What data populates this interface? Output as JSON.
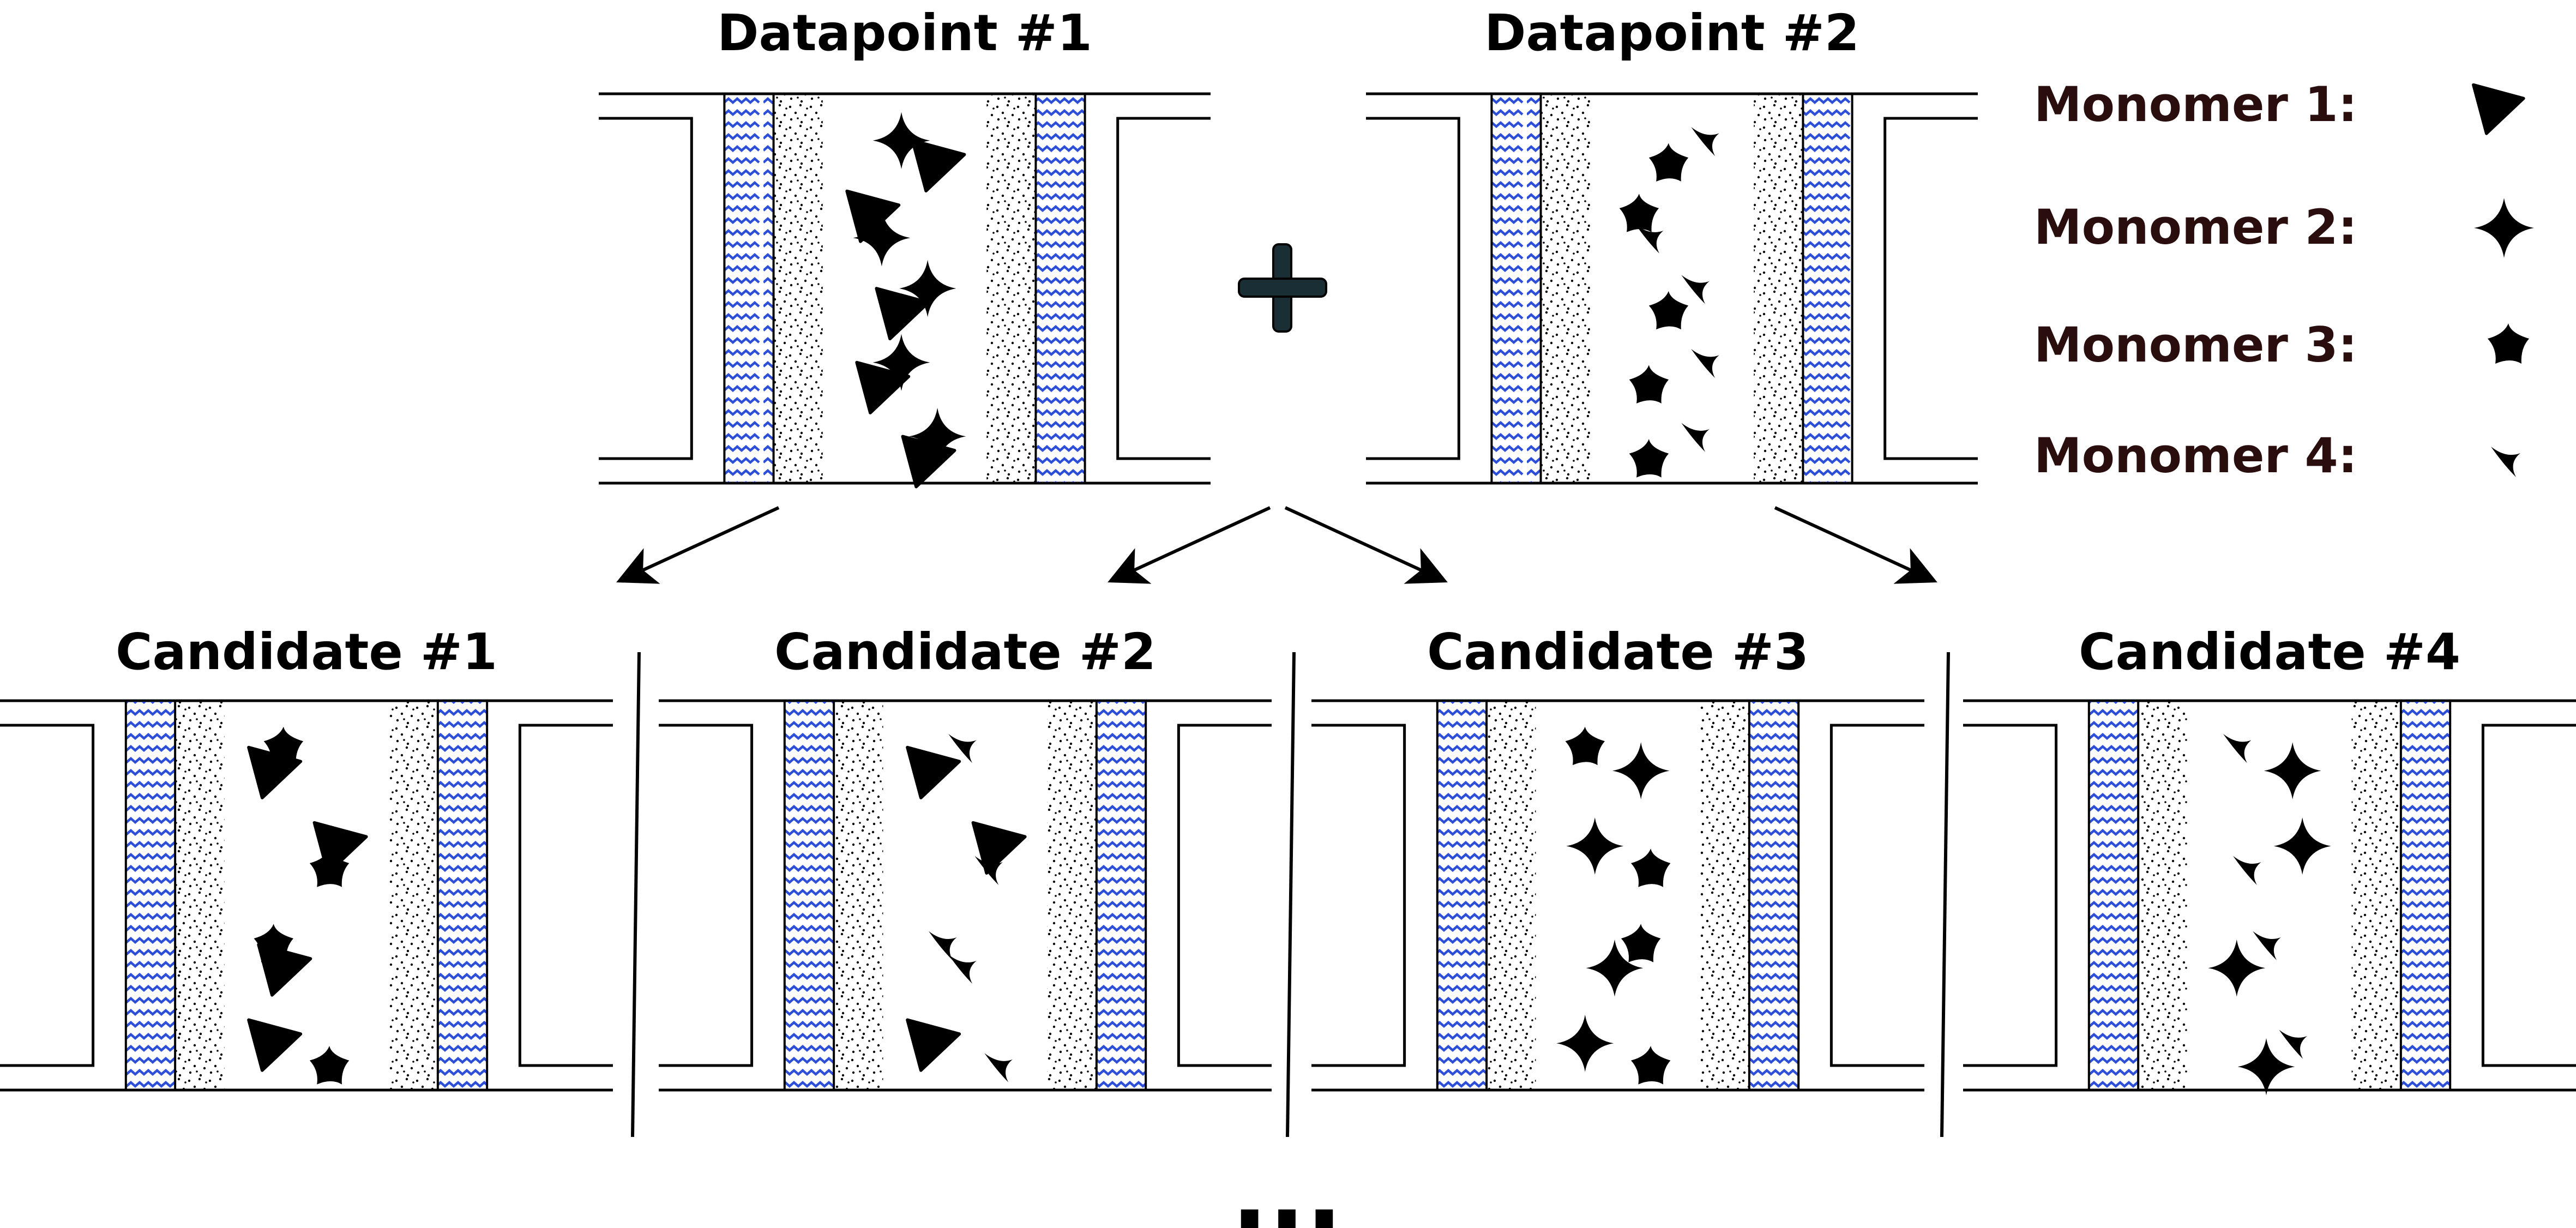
{
  "colors": {
    "membrane_blue": "#2d4fd8",
    "legend_text": "#2a0d0d",
    "ink": "#000000",
    "plus_fill": "#1a2e36"
  },
  "datapoints": [
    {
      "title": "Datapoint #1",
      "monomers": [
        [
          1,
          2
        ],
        [
          0,
          1
        ],
        [
          0,
          0
        ],
        [
          1,
          3
        ],
        [
          1,
          4
        ],
        [
          0,
          2
        ],
        [
          1,
          2
        ],
        [
          0,
          3
        ],
        [
          1,
          1
        ],
        [
          0,
          4
        ]
      ]
    },
    {
      "title": "Datapoint #2",
      "monomers": [
        [
          3,
          1
        ],
        [
          2,
          2
        ],
        [
          2,
          0
        ],
        [
          3,
          3
        ],
        [
          3,
          4
        ],
        [
          2,
          2
        ],
        [
          3,
          1
        ],
        [
          2,
          3
        ],
        [
          3,
          4
        ],
        [
          2,
          3
        ]
      ]
    }
  ],
  "candidates": [
    {
      "title": "Candidate #1",
      "monomers": [
        [
          2,
          3
        ],
        [
          0,
          0
        ],
        [
          0,
          1
        ],
        [
          2,
          4
        ],
        [
          2,
          0
        ],
        [
          0,
          3
        ],
        [
          0,
          0
        ],
        [
          2,
          4
        ]
      ]
    },
    {
      "title": "Candidate #2",
      "monomers": [
        [
          3,
          2
        ],
        [
          0,
          0
        ],
        [
          0,
          1
        ],
        [
          3,
          4
        ],
        [
          3,
          3
        ],
        [
          3,
          2
        ],
        [
          0,
          0
        ],
        [
          3,
          1
        ]
      ]
    },
    {
      "title": "Candidate #3",
      "monomers": [
        [
          2,
          0
        ],
        [
          1,
          4
        ],
        [
          1,
          3
        ],
        [
          2,
          1
        ],
        [
          2,
          4
        ],
        [
          1,
          2
        ],
        [
          1,
          0
        ],
        [
          2,
          1
        ]
      ]
    },
    {
      "title": "Candidate #4",
      "monomers": [
        [
          3,
          0
        ],
        [
          1,
          4
        ],
        [
          1,
          1
        ],
        [
          3,
          3
        ],
        [
          3,
          2
        ],
        [
          1,
          0
        ],
        [
          3,
          4
        ],
        [
          1,
          2
        ]
      ]
    }
  ],
  "plus_symbol": "plus-sign",
  "continuation": "...",
  "legend": {
    "items": [
      {
        "label": "Monomer 1:",
        "shape": "triangle"
      },
      {
        "label": "Monomer 2:",
        "shape": "four-point-star"
      },
      {
        "label": "Monomer 3:",
        "shape": "pentagon-star"
      },
      {
        "label": "Monomer 4:",
        "shape": "small-curved-tristar"
      }
    ]
  }
}
